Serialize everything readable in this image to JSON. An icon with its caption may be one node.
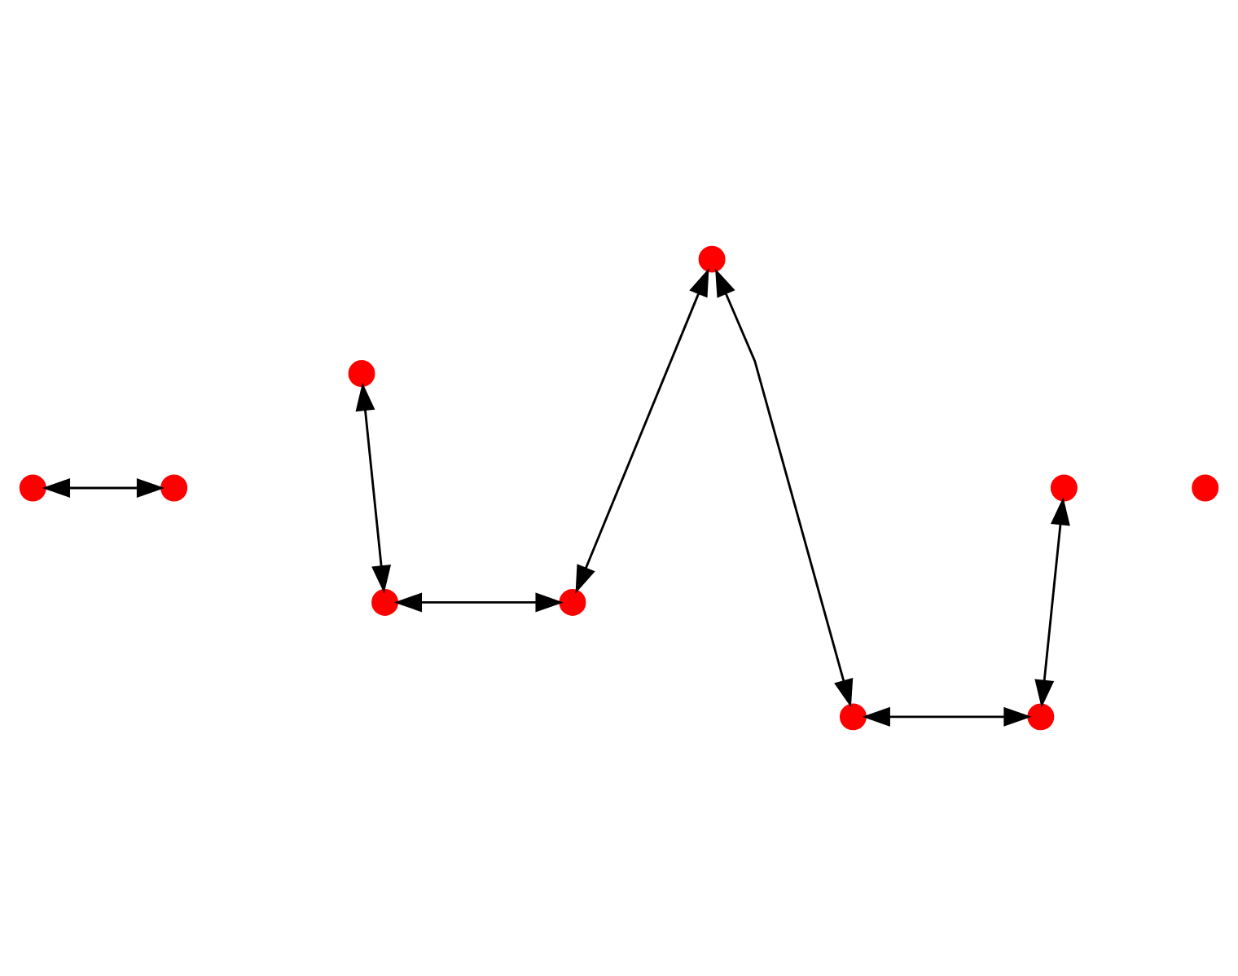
{
  "diagram": {
    "nodes": [
      {
        "text": [],
        "shape": "circle"
      },
      {
        "text": [],
        "shape": "circle"
      },
      {
        "text": [],
        "shape": "circle"
      },
      {
        "text": [],
        "shape": "circle"
      },
      {
        "text": [],
        "shape": "circle"
      },
      {
        "text": [],
        "shape": "circle"
      },
      {
        "text": [],
        "shape": "circle"
      },
      {
        "text": [],
        "shape": "circle"
      },
      {
        "text": [],
        "shape": "circle"
      },
      {
        "text": [],
        "shape": "circle"
      }
    ],
    "edges": [
      {
        "from": 0,
        "to": 8,
        "arrow": "both"
      },
      {
        "from": 0,
        "to": 7,
        "arrow": "both"
      },
      {
        "from": 1,
        "to": 6,
        "arrow": "both"
      },
      {
        "from": 6,
        "to": 7,
        "arrow": "both"
      },
      {
        "from": 2,
        "to": 3,
        "arrow": "both"
      },
      {
        "from": 4,
        "to": 9,
        "arrow": "both"
      },
      {
        "from": 8,
        "to": 9,
        "arrow": "both"
      }
    ]
  }
}
